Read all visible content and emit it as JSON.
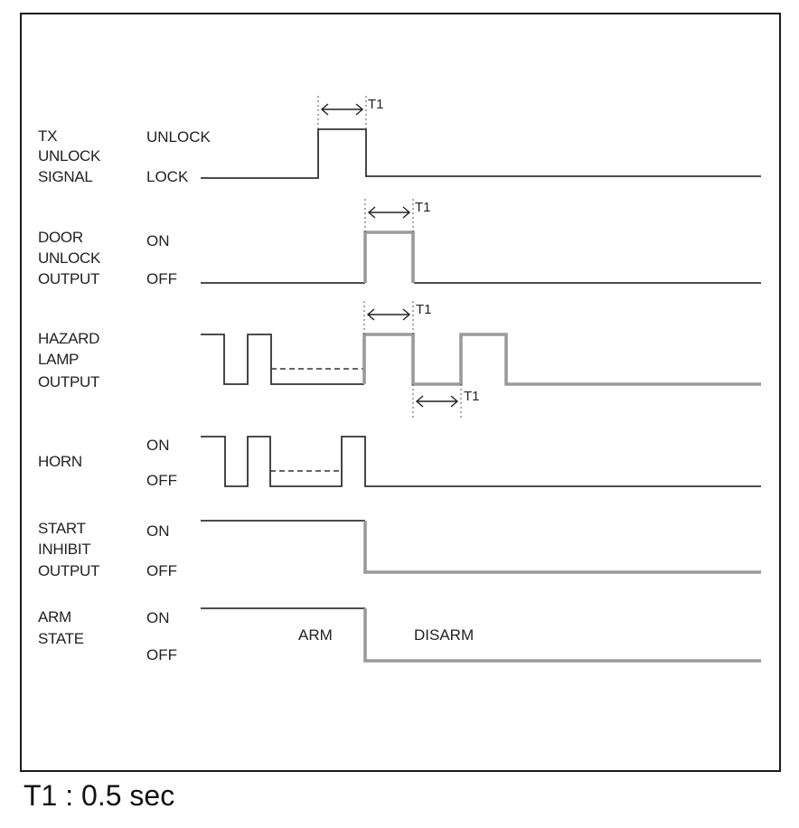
{
  "signals": [
    {
      "name_lines": [
        "TX",
        "UNLOCK",
        "SIGNAL"
      ],
      "states": [
        "UNLOCK",
        "LOCK"
      ]
    },
    {
      "name_lines": [
        "DOOR",
        "UNLOCK",
        "OUTPUT"
      ],
      "states": [
        "ON",
        "OFF"
      ]
    },
    {
      "name_lines": [
        "HAZARD",
        "LAMP",
        "OUTPUT"
      ],
      "states": []
    },
    {
      "name_lines": [
        "HORN"
      ],
      "states": [
        "ON",
        "OFF"
      ]
    },
    {
      "name_lines": [
        "START",
        "INHIBIT",
        "OUTPUT"
      ],
      "states": [
        "ON",
        "OFF"
      ]
    },
    {
      "name_lines": [
        "ARM",
        "STATE"
      ],
      "states": [
        "ON",
        "OFF"
      ]
    }
  ],
  "interval_label": "T1",
  "arm_state_labels": {
    "before": "ARM",
    "after": "DISARM"
  },
  "footnote": "T1 : 0.5 sec",
  "colors": {
    "line": "#333333",
    "highlight": "#9a9a9a",
    "frame": "#1a1a1a"
  }
}
